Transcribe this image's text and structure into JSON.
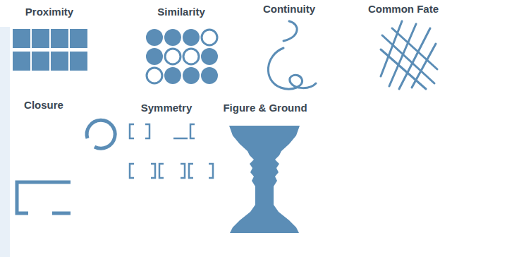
{
  "diagram": {
    "labels": [
      "Proximity",
      "Similarity",
      "Continuity",
      "Common Fate",
      "Closure",
      "Symmetry",
      "Figure & Ground"
    ]
  }
}
